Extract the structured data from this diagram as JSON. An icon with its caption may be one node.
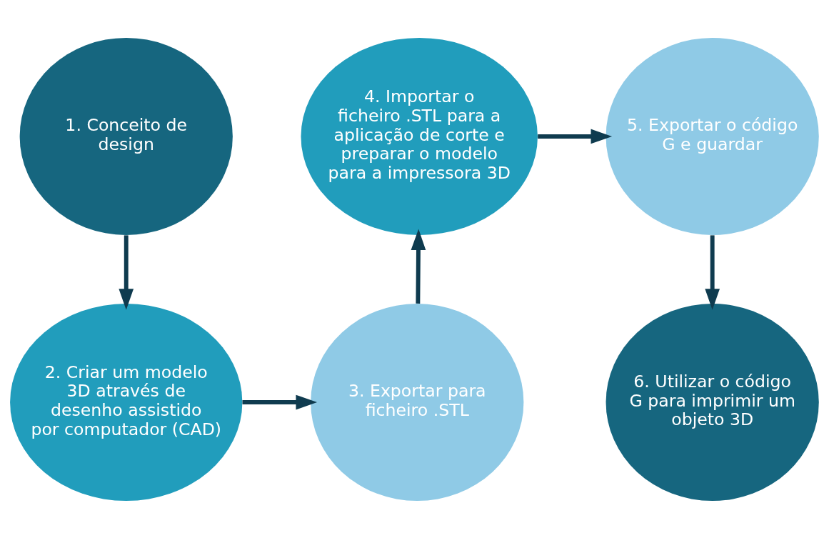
{
  "diagram": {
    "nodes": [
      {
        "text": [
          "1. Conceito de design"
        ]
      },
      {
        "text": [
          "2. Criar um modelo 3D através de desenho assistido por computador (CAD)"
        ]
      },
      {
        "text": [
          "3. Exportar para ficheiro .STL"
        ]
      },
      {
        "text": [
          "4. Importar o ficheiro .STL para a aplicação de corte e preparar o modelo para a impressora 3D"
        ]
      },
      {
        "text": [
          "5. Exportar o código G e guardar"
        ]
      },
      {
        "text": [
          "6. Utilizar o código G para imprimir um objeto 3D"
        ]
      }
    ],
    "edges": [
      {
        "from": 0,
        "to": 1,
        "arrow": "to"
      },
      {
        "from": 1,
        "to": 2,
        "arrow": "to"
      },
      {
        "from": 2,
        "to": 3,
        "arrow": "to"
      },
      {
        "from": 3,
        "to": 4,
        "arrow": "to"
      },
      {
        "from": 4,
        "to": 5,
        "arrow": "to"
      }
    ]
  }
}
